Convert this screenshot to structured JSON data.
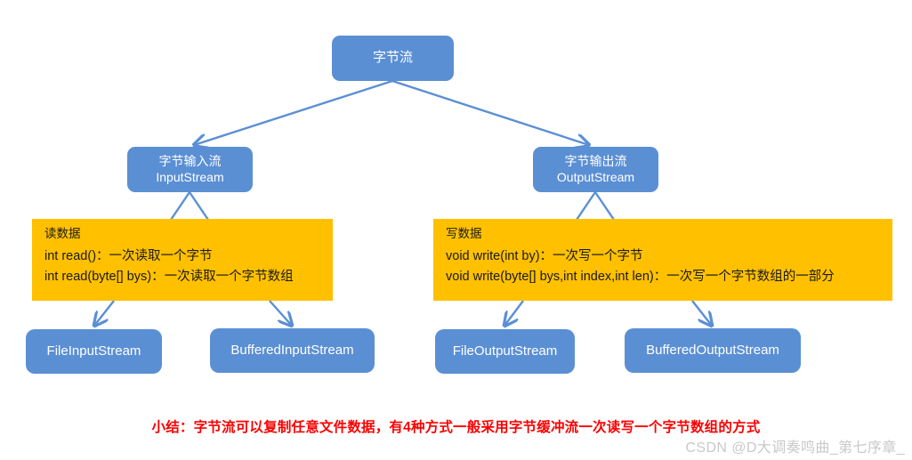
{
  "diagram": {
    "title_node": {
      "label_cn": "字节流"
    },
    "level2": [
      {
        "id": "input",
        "label_cn": "字节输入流",
        "label_en": "InputStream"
      },
      {
        "id": "output",
        "label_cn": "字节输出流",
        "label_en": "OutputStream"
      }
    ],
    "panels": [
      {
        "id": "read",
        "heading": "读数据",
        "lines": [
          "int read()：一次读取一个字节",
          "int read(byte[] bys)：一次读取一个字节数组"
        ]
      },
      {
        "id": "write",
        "heading": "写数据",
        "lines": [
          "void write(int by)：一次写一个字节",
          "void write(byte[] bys,int index,int len)：一次写一个字节数组的一部分"
        ]
      }
    ],
    "leaves": [
      {
        "id": "fis",
        "label": "FileInputStream"
      },
      {
        "id": "bis",
        "label": "BufferedInputStream"
      },
      {
        "id": "fos",
        "label": "FileOutputStream"
      },
      {
        "id": "bos",
        "label": "BufferedOutputStream"
      }
    ],
    "summary": "小结：字节流可以复制任意文件数据，有4种方式一般采用字节缓冲流一次读写一个字节数组的方式",
    "watermark": "CSDN @D大调奏鸣曲_第七序章_",
    "colors": {
      "node_blue": "#5b8fd4",
      "panel_yellow": "#ffc000",
      "edge_blue": "#5b8fd4",
      "summary_red": "#fa0000",
      "node_text": "#ffffff",
      "panel_text": "#1a1a1a",
      "watermark_gray": "#c9c9c9",
      "background": "#ffffff"
    }
  }
}
